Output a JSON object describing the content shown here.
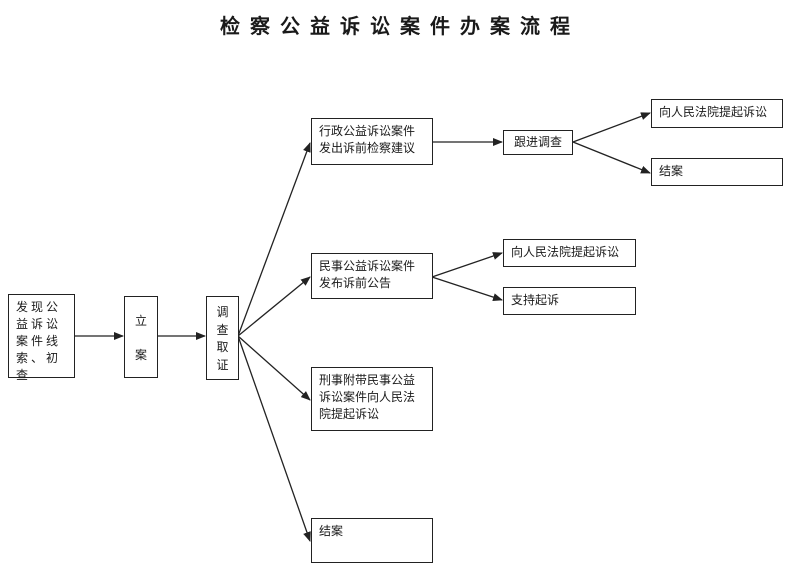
{
  "title": "检察公益诉讼案件办案流程",
  "nodes": {
    "start": "发现公\n益诉讼\n案件线\n索、初查",
    "lian": [
      "立",
      "案"
    ],
    "diaocha": [
      "调",
      "查",
      "取",
      "证"
    ],
    "xingzheng": "行政公益诉讼案件\n发出诉前检察建议",
    "genjin": "跟进调查",
    "xz_qisu": "向人民法院提起诉讼",
    "xz_jiean": "结案",
    "minshi": "民事公益诉讼案件\n发布诉前公告",
    "ms_qisu": "向人民法院提起诉讼",
    "ms_zhichi": "支持起诉",
    "xingshi": "刑事附带民事公益\n诉讼案件向人民法\n院提起诉讼",
    "jiean": "结案"
  }
}
